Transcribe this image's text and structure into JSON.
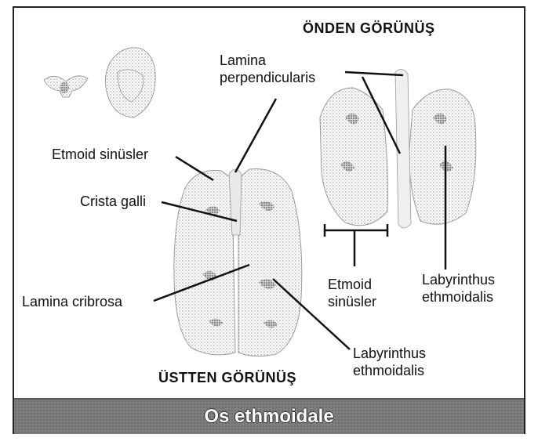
{
  "titles": {
    "front_view": "ÖNDEN GÖRÜNÜŞ",
    "top_view": "ÜSTTEN GÖRÜNÜŞ"
  },
  "labels": {
    "lamina_perpendicularis_1": "Lamina",
    "lamina_perpendicularis_2": "perpendicularis",
    "etmoid_sinusler_left": "Etmoid sinüsler",
    "crista_galli": "Crista galli",
    "lamina_cribrosa": "Lamina cribrosa",
    "labyrinthus_bottom_1": "Labyrinthus",
    "labyrinthus_bottom_2": "ethmoidalis",
    "etmoid_sinusler_right_1": "Etmoid",
    "etmoid_sinusler_right_2": "sinüsler",
    "labyrinthus_right_1": "Labyrinthus",
    "labyrinthus_right_2": "ethmoidalis"
  },
  "footer": {
    "caption": "Os ethmoidale",
    "bar_color": "#7f7f7f"
  },
  "icons": [
    "skull-front-thumbnail",
    "skull-side-thumbnail"
  ]
}
